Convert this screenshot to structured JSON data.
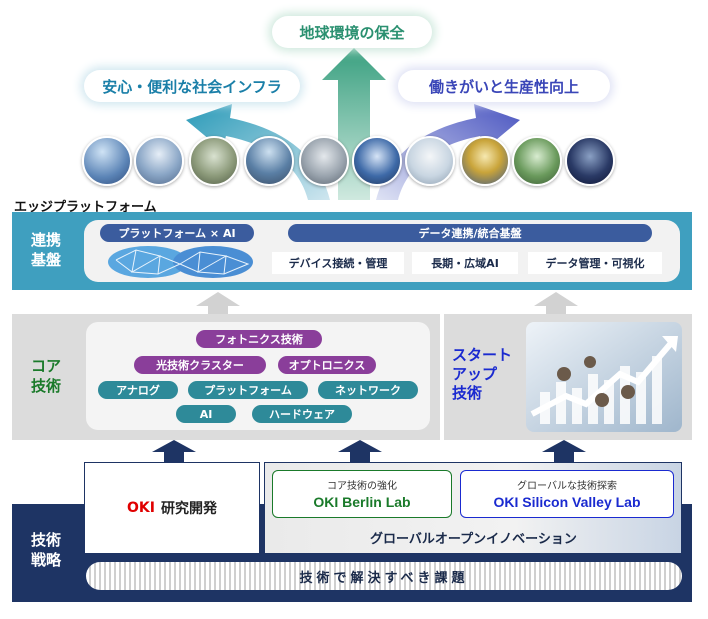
{
  "goals": {
    "center": "地球環境の保全",
    "left": "安心・便利な社会インフラ",
    "right": "働きがいと生産性向上"
  },
  "edge": {
    "title": "エッジプラットフォーム",
    "label": "連携\n基盤",
    "platform_ai": "プラットフォーム × AI",
    "data_integration": "データ連携/統合基盤",
    "device": "デバイス接続・管理",
    "longrange_ai": "長期・広域AI",
    "data_mgmt": "データ管理・可視化"
  },
  "core": {
    "label": "コア\n技術",
    "items": [
      "フォトニクス技術",
      "光技術クラスター",
      "オプトロニクス",
      "アナログ",
      "プラットフォーム",
      "ネットワーク",
      "AI",
      "ハードウェア"
    ]
  },
  "startup": {
    "label": "スタート\nアップ\n技術"
  },
  "strategy": {
    "label": "技術\n戦略",
    "oki_prefix": "OKI",
    "rd": "研究開発",
    "berlin_sub": "コア技術の強化",
    "berlin": "OKI Berlin Lab",
    "sv_sub": "グローバルな技術探索",
    "sv": "OKI Silicon Valley Lab",
    "open_innovation": "グローバルオープンイノベーション",
    "issues": "技術で解決すべき課題"
  },
  "colors": {
    "teal": "#3f9fbf",
    "purple": "#8a3e9a",
    "core_teal": "#2e8a99",
    "navy": "#1e3464",
    "green": "#1a7a2a",
    "blue": "#1a2ad0",
    "red": "#e00000"
  }
}
